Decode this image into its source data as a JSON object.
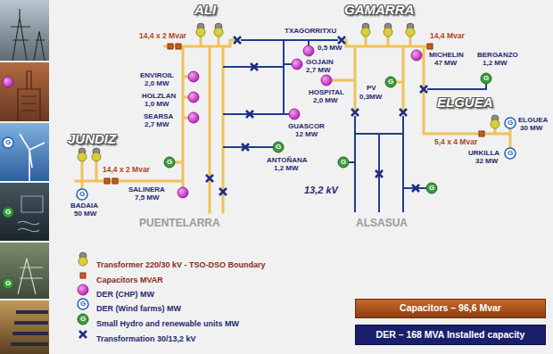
{
  "diagram": {
    "nodes": [
      {
        "text": [
          "Capacitors – 96,6 Mvar"
        ]
      },
      {
        "text": [
          "DER – 168 MVA Installed capacity"
        ]
      }
    ],
    "labels": [
      "ALI",
      "GAMARRA",
      "14,4 x 2 Mvar",
      "14,4 Mvar",
      "TXAGORRITXU",
      "0,5 MW",
      "GOJAIN",
      "2,7 MW",
      "MICHELIN",
      "47 MW",
      "BERGANZO",
      "1,2 MW",
      "G",
      "ENVIROIL",
      "2,0 MW",
      "PV",
      "0,3MW",
      "G",
      "HOSPITAL",
      "2,0 MW",
      "HOLZLAN",
      "1,0 MW",
      "SEARSA",
      "2,7 MW",
      "GUASCOR",
      "12 MW",
      "ELGUEA",
      "G",
      "ELGUEA",
      "30 MW",
      "5,4 x 4 Mvar",
      "JUNDIZ",
      "14,4 x 2 Mvar",
      "G",
      "G",
      "ANTOÑANA",
      "1,2 MW",
      "G",
      "URKILLA",
      "32 MW",
      "G",
      "13,2 kV",
      "G",
      "SALINERA",
      "7,5 MW",
      "G",
      "BADAIA",
      "50 MW",
      "PUENTELARRA",
      "ALSASUA",
      "G",
      "G",
      "G",
      "G",
      "G"
    ],
    "legend": [
      {
        "text": "Transformer 220/30 kV - TSO-DSO Boundary"
      },
      {
        "text": "Capacitors MVAR"
      },
      {
        "text": "DER (CHP) MW"
      },
      {
        "text": "DER (Wind farms) MW"
      },
      {
        "text": "Small Hydro and renewable units MW"
      },
      {
        "text": "Transformation 30/13,2 kV"
      }
    ]
  }
}
